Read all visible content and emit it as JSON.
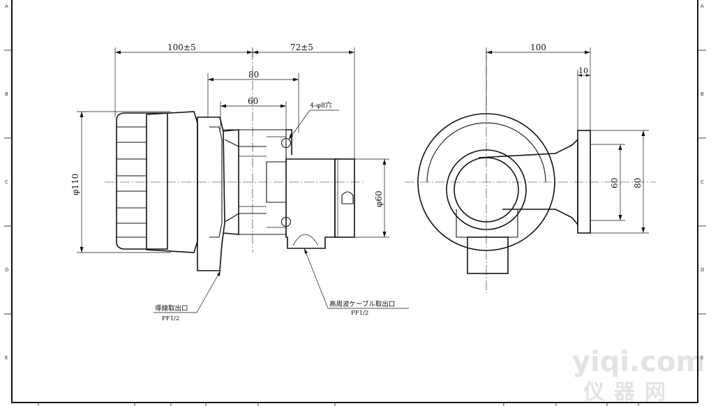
{
  "zones": {
    "left": [
      "A",
      "B",
      "C",
      "D",
      "E"
    ],
    "right": [
      "A",
      "B",
      "C",
      "D",
      "E"
    ]
  },
  "dimensions": {
    "overall_left": "100±5",
    "overall_right": "72±5",
    "flange_width": "80",
    "hole_pitch": "60",
    "holes": "4-φ8穴",
    "body_diameter": "φ110",
    "nozzle_diameter": "φ60",
    "side_width": "100",
    "flange_thickness": "10",
    "side_pitch": "60",
    "side_height": "80"
  },
  "callouts": {
    "lead_outlet_label": "導線取出口",
    "lead_outlet_spec": "PF1/2",
    "hf_cable_outlet_label": "高周波ケーブル取出口",
    "hf_cable_outlet_spec": "PF1/2"
  },
  "watermark": {
    "latin": "yiqi.com",
    "cjk": "仪器网"
  }
}
